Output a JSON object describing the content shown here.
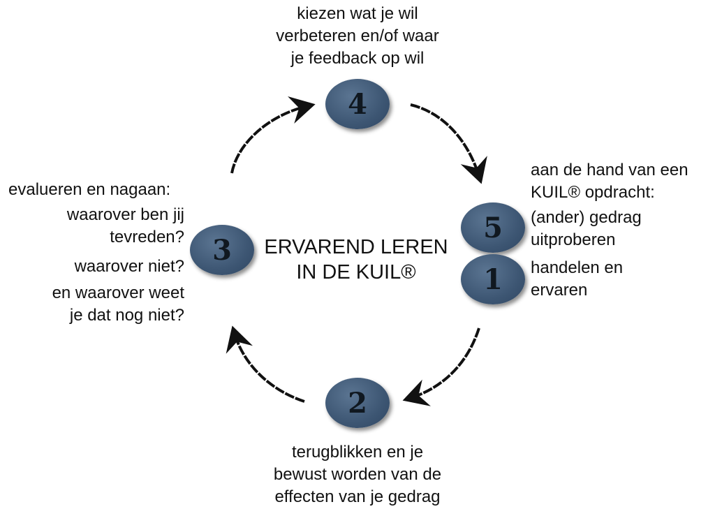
{
  "center_title": [
    "ERVAREND LEREN",
    "IN DE KUIL®"
  ],
  "nodes": {
    "n4": "4",
    "n5": "5",
    "n1": "1",
    "n2": "2",
    "n3": "3"
  },
  "labels": {
    "step4": [
      "kiezen wat je wil",
      "verbeteren en/of waar",
      "je feedback op wil"
    ],
    "step5_intro": [
      "aan de hand van een",
      "KUIL® opdracht:"
    ],
    "step5": [
      "(ander) gedrag",
      "uitproberen"
    ],
    "step1": [
      "handelen en",
      "ervaren"
    ],
    "step2": [
      "terugblikken en je",
      "bewust worden van de",
      "effecten van je gedrag"
    ],
    "step3_intro": "evalueren en nagaan:",
    "step3_q1": [
      "waarover ben jij",
      "tevreden?"
    ],
    "step3_q2": "waarover niet?",
    "step3_q3": [
      "en waarover weet",
      "je dat nog niet?"
    ]
  },
  "colors": {
    "node_fill": "#3d5673",
    "arrow": "#111111"
  }
}
